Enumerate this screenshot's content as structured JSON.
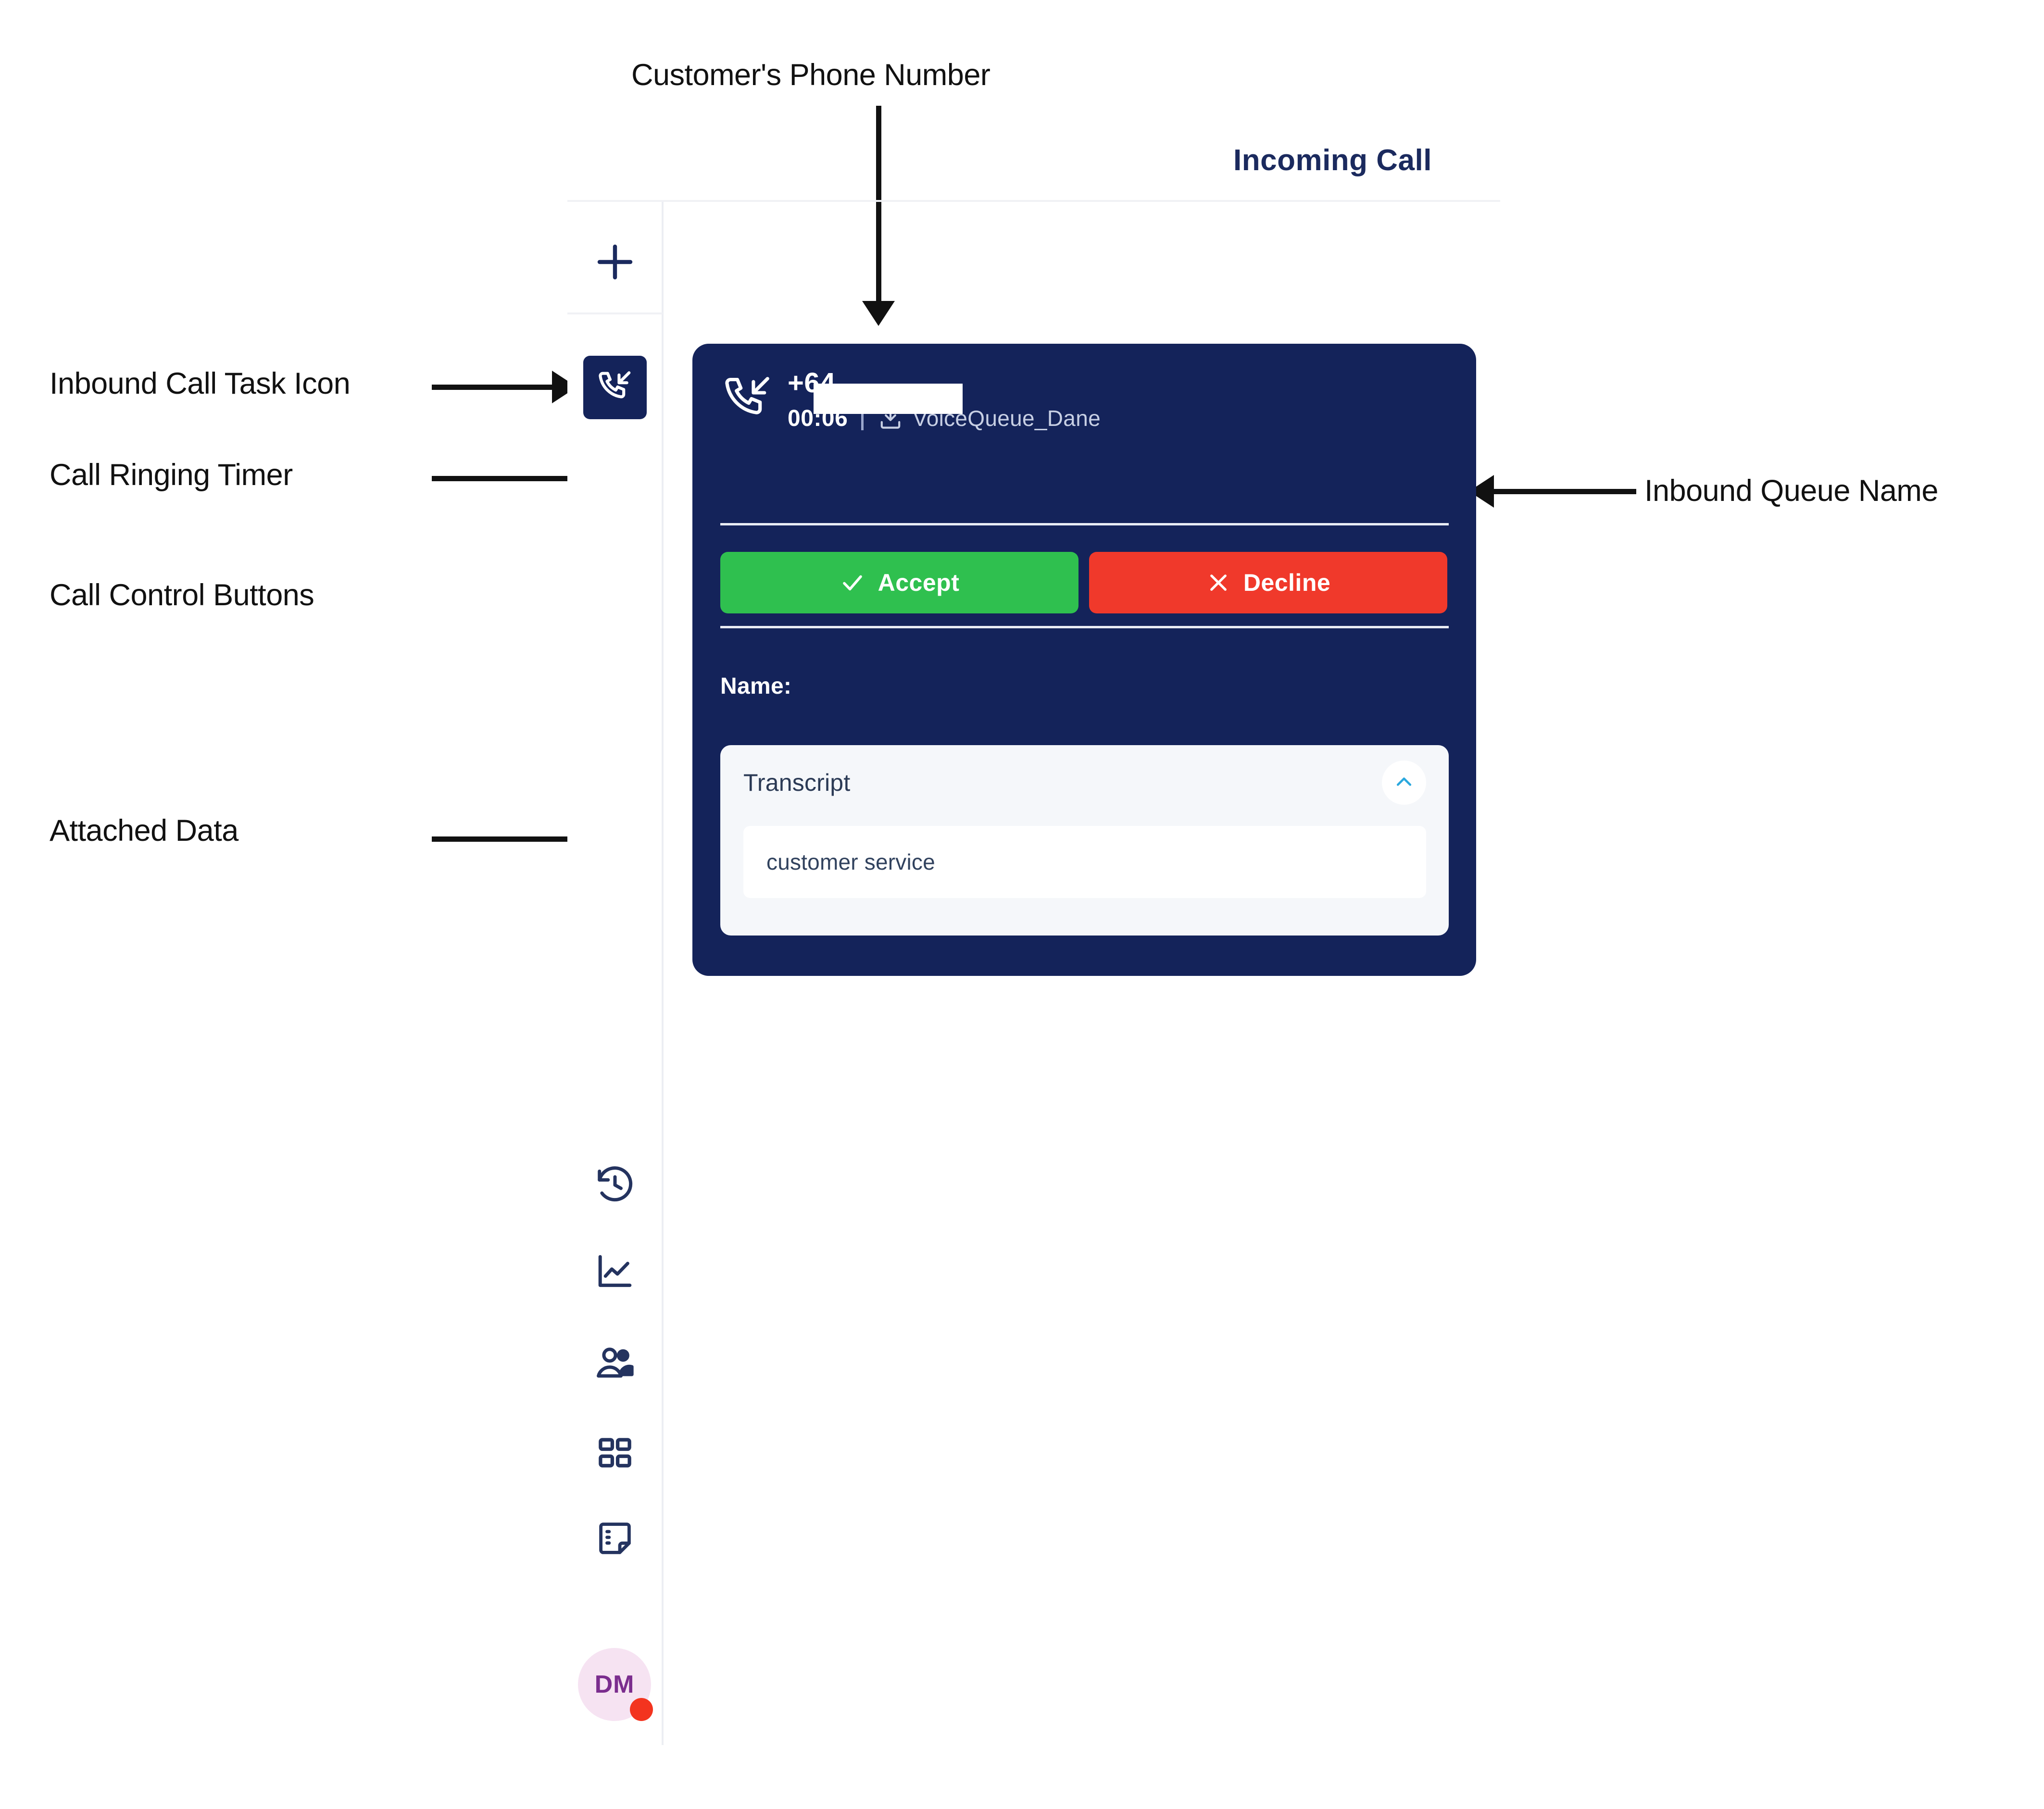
{
  "annotations": [
    {
      "id": "customers-phone-number",
      "label": "Customer's Phone Number"
    },
    {
      "id": "inbound-call-task-icon",
      "label": "Inbound Call Task Icon"
    },
    {
      "id": "call-ringing-timer",
      "label": "Call Ringing Timer"
    },
    {
      "id": "call-control-buttons",
      "label": "Call Control Buttons"
    },
    {
      "id": "attached-data",
      "label": "Attached Data"
    },
    {
      "id": "inbound-queue-name",
      "label": "Inbound Queue Name"
    }
  ],
  "header": {
    "title": "Incoming Call"
  },
  "sidebar": {
    "add_task_icon": "plus-icon",
    "active_task_icon": "inbound-call-icon",
    "items": [
      {
        "icon": "history-clock-icon",
        "name": "history"
      },
      {
        "icon": "line-chart-icon",
        "name": "analytics"
      },
      {
        "icon": "contacts-people-icon",
        "name": "contacts"
      },
      {
        "icon": "grid-apps-icon",
        "name": "apps"
      },
      {
        "icon": "sticky-note-icon",
        "name": "notes"
      }
    ],
    "avatar": {
      "initials": "DM",
      "status": "busy",
      "status_color": "#f3341f",
      "background_color": "#f6e3f2",
      "text_color": "#7b2d8e"
    }
  },
  "call_card": {
    "direction_icon": "inbound-call-icon",
    "phone_number": "+64",
    "phone_number_redacted": true,
    "ring_timer": "00:06",
    "queue_icon": "inbound-tray-icon",
    "queue_name": "VoiceQueue_Dane",
    "buttons": [
      {
        "id": "accept",
        "label": "Accept",
        "icon": "check-icon",
        "color": "#2fc04f"
      },
      {
        "id": "decline",
        "label": "Decline",
        "icon": "close-x-icon",
        "color": "#f0392b"
      }
    ],
    "attached_data": {
      "name_label": "Name:",
      "name_value": "",
      "transcript": {
        "title": "Transcript",
        "toggle_icon": "chevron-up-icon",
        "toggle_color": "#2ba8de",
        "value": "customer service"
      }
    },
    "colors": {
      "card_background": "#14235a",
      "accent_title": "#1b2a5e"
    }
  }
}
